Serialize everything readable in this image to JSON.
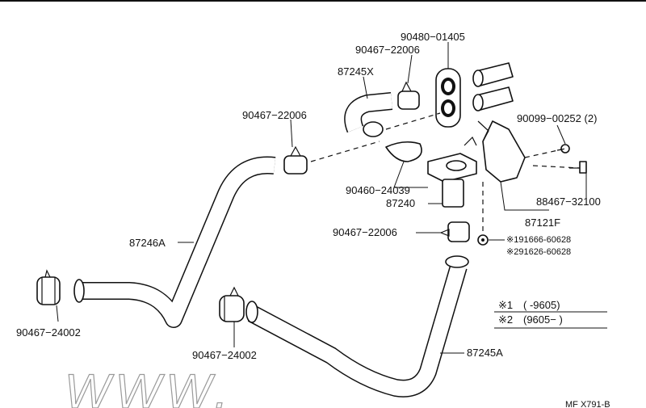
{
  "labels": {
    "p90480": "90480−01405",
    "p90467_top": "90467−22006",
    "p87245x": "87245X",
    "p90467_left": "90467−22006",
    "p90099": "90099−00252 (2)",
    "p90460": "90460−24039",
    "p87240": "87240",
    "p88467": "88467−32100",
    "p87121f": "87121F",
    "p90467_mid": "90467−22006",
    "p91666": "※191666-60628",
    "p91626": "※291626-60628",
    "p87246a": "87246A",
    "p90467_24002_left": "90467−24002",
    "p90467_24002_mid": "90467−24002",
    "p87245a": "87245A",
    "legend1_mark": "※1",
    "legend1_range": "(        -9605)",
    "legend2_mark": "※2",
    "legend2_range": "(9605−        )",
    "diagram_code": "MF X791-B",
    "watermark": "WWW."
  }
}
